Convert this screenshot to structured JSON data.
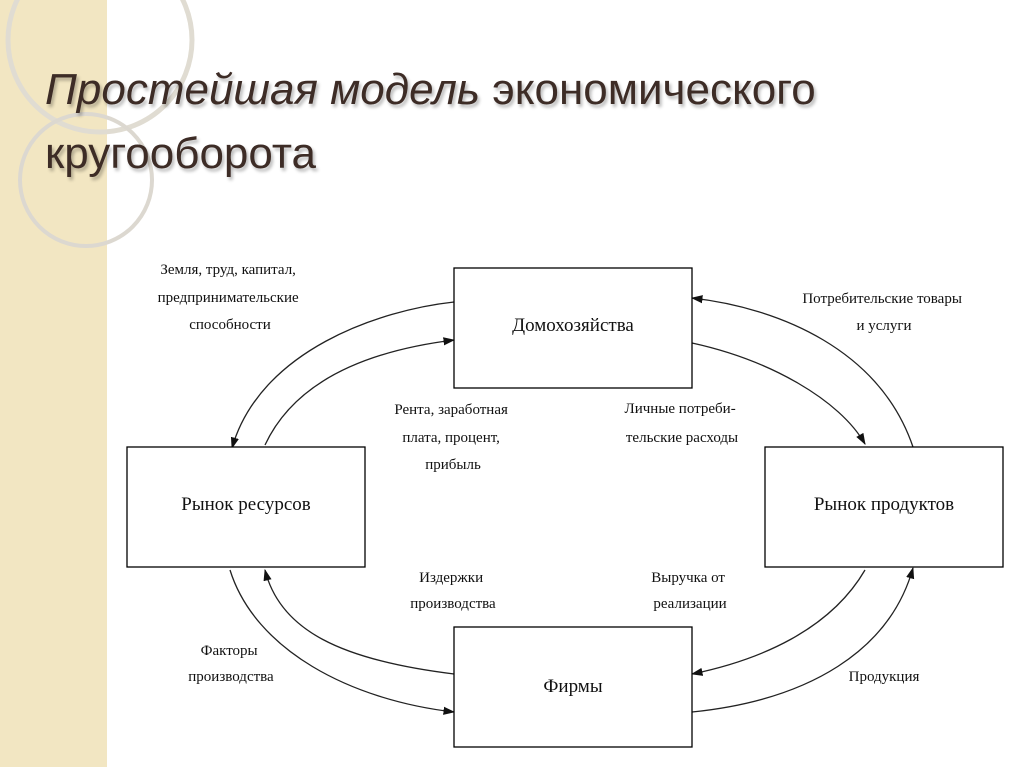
{
  "slide": {
    "title_italic": "Простейшая модель",
    "title_rest": " экономического",
    "title_line2": "кругооборота"
  },
  "diagram": {
    "nodes": {
      "households": "Домохозяйства",
      "resource_market": "Рынок ресурсов",
      "product_market": "Рынок продуктов",
      "firms": "Фирмы"
    },
    "labels": {
      "resources": [
        "Земля, труд, капитал,",
        "предпринимательские",
        "способности"
      ],
      "incomes": [
        "Рента, заработная",
        "плата, процент,",
        "прибыль"
      ],
      "consumer_goods": [
        "Потребительские товары",
        "и услуги"
      ],
      "consumer_spending": [
        "Личные потреби-",
        "тельские расходы"
      ],
      "costs": [
        "Издержки",
        "производства"
      ],
      "revenue": [
        "Выручка от",
        "реализации"
      ],
      "factors": [
        "Факторы",
        "производства"
      ],
      "output": [
        "Продукция"
      ]
    }
  }
}
